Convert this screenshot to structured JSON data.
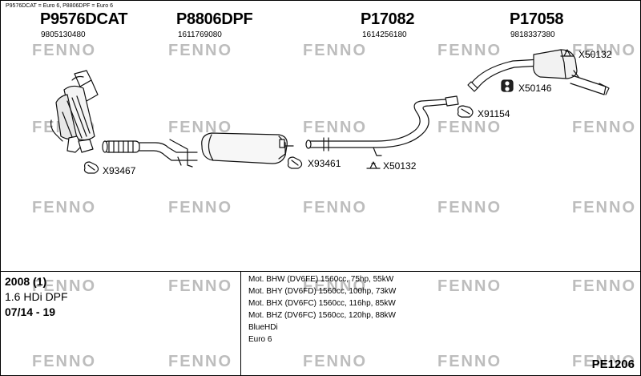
{
  "header_note": "P9576DCAT = Euro 6, P8806DPF = Euro 6",
  "parts": [
    {
      "number": "P9576DCAT",
      "oem": "9805130480"
    },
    {
      "number": "P8806DPF",
      "oem": "1611769080"
    },
    {
      "number": "P17082",
      "oem": "1614256180"
    },
    {
      "number": "P17058",
      "oem": "9818337380"
    }
  ],
  "accessories": [
    "X50132",
    "X50146",
    "X91154",
    "X93461",
    "X50132",
    "X93467"
  ],
  "watermark": "FENNO",
  "vehicle": {
    "model": "2008 (1)",
    "engine": "1.6 HDi DPF",
    "dates": "07/14 - 19"
  },
  "engines": [
    "Mot. BHW (DV6FE) 1560cc, 75hp, 55kW",
    "Mot. BHY (DV6FD) 1560cc, 100hp, 73kW",
    "Mot. BHX (DV6FC) 1560cc, 116hp, 85kW",
    "Mot. BHZ (DV6FC) 1560cc, 120hp, 88kW",
    "BlueHDi",
    "Euro 6"
  ],
  "system_code": "PE1206"
}
